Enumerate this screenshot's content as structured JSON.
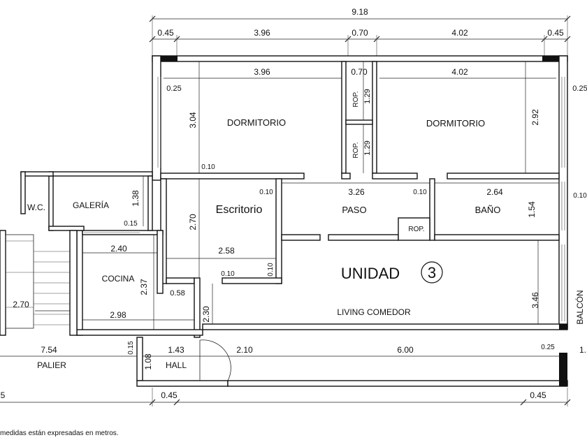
{
  "overall_dims": {
    "total": "9.18",
    "segments": [
      "0.45",
      "3.96",
      "0.70",
      "4.02",
      "0.45"
    ]
  },
  "rooms": {
    "dormitorio_left": "DORMITORIO",
    "dormitorio_right": "DORMITORIO",
    "rop_top": "ROP.",
    "rop_bottom": "ROP.",
    "rop_small": "ROP.",
    "escritorio": "Escritorio",
    "paso": "PASO",
    "bano": "BAÑO",
    "galeria": "GALERÍA",
    "wc": "W.C.",
    "cocina": "COCINA",
    "living": "LIVING COMEDOR",
    "hall": "HALL",
    "palier": "PALIER",
    "balcon": "BALCÓN"
  },
  "unit": {
    "label": "UNIDAD",
    "number": "3"
  },
  "dims": {
    "d396": "3.96",
    "d070": "0.70",
    "d402": "4.02",
    "d025_left": "0.25",
    "d025_right": "0.25",
    "d025_living": "0.25",
    "d129_a": "1.29",
    "d129_b": "1.29",
    "d304": "3.04",
    "d292": "2.92",
    "d010_dorm": "0.10",
    "d010_esc": "0.10",
    "d010_paso": "0.10",
    "d010_right": "0.10",
    "d010_esc_bottom": "0.10",
    "d010_esc_vert": "0.10",
    "d326": "3.26",
    "d264": "2.64",
    "d154": "1.54",
    "d270_esc": "2.70",
    "d258": "2.58",
    "d138": "1.38",
    "d015_gal": "0.15",
    "d240": "2.40",
    "d237": "2.37",
    "d058": "0.58",
    "d298": "2.98",
    "d230": "2.30",
    "d270_stair": "2.70",
    "d346": "3.46",
    "d754": "7.54",
    "d015_hall": "0.15",
    "d143": "1.43",
    "d108": "1.08",
    "d210": "2.10",
    "d600": "6.00",
    "d045_bl": "0.45",
    "d045_br": "0.45",
    "d5_left": "5",
    "d1_right": "1."
  },
  "footnote": "medidas están expresadas en metros."
}
